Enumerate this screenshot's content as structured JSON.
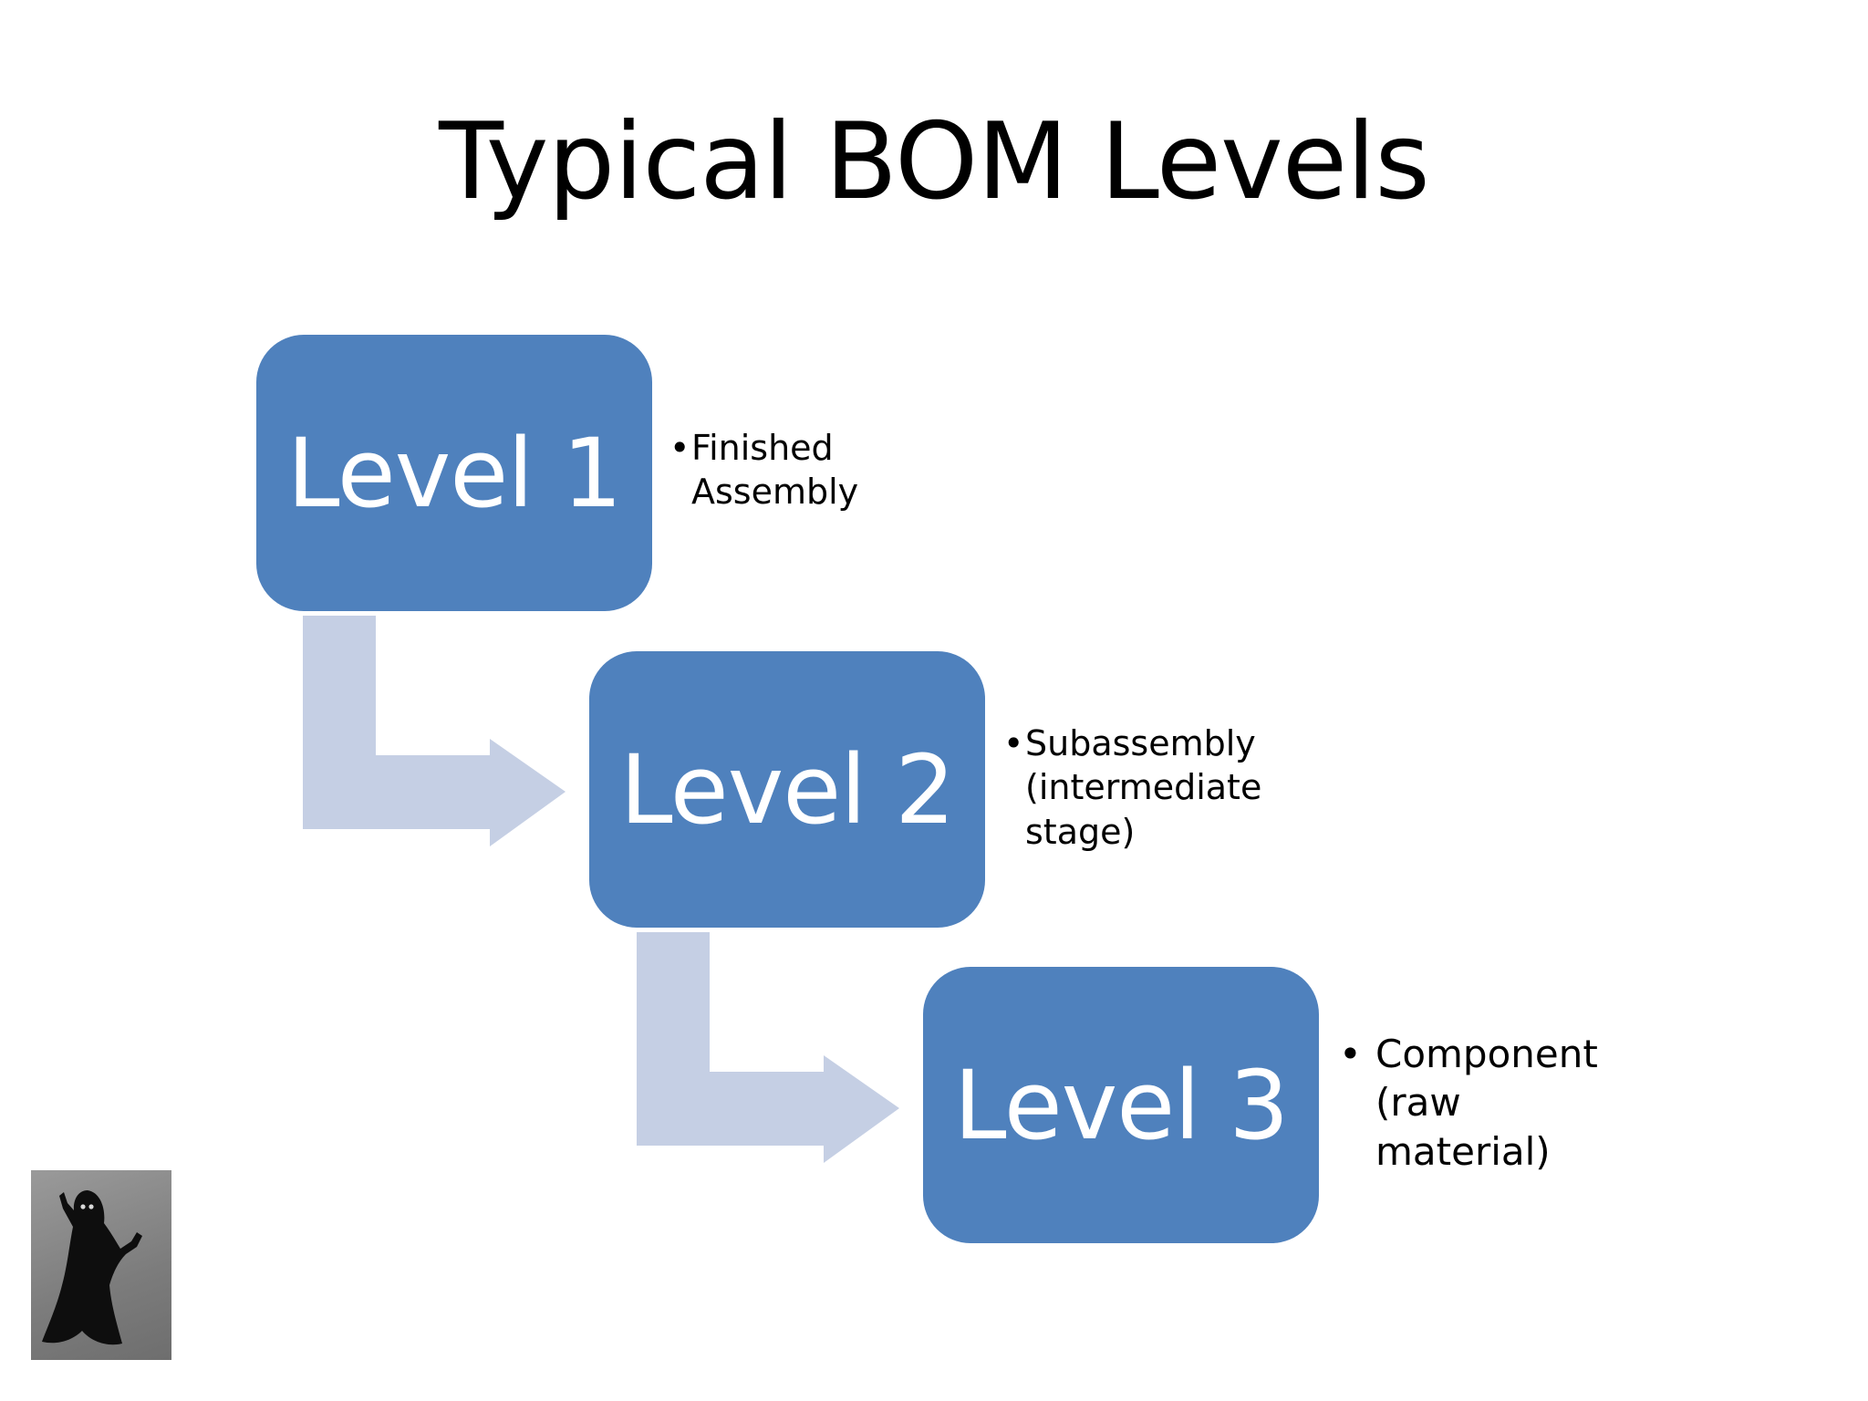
{
  "title": "Typical BOM Levels",
  "colors": {
    "box_fill": "#4f81bd",
    "box_text": "#ffffff",
    "arrow_fill": "#c5cfe4",
    "title_text": "#000000",
    "note_text": "#000000"
  },
  "levels": [
    {
      "label": "Level 1",
      "bullet": "•",
      "description": "Finished\nAssembly"
    },
    {
      "label": "Level 2",
      "bullet": "•",
      "description": "Subassembly\n(intermediate\nstage)"
    },
    {
      "label": "Level 3",
      "bullet": "•",
      "description": "Component\n(raw\nmaterial)"
    }
  ],
  "corner_image": {
    "icon": "hooded-figure-icon"
  }
}
